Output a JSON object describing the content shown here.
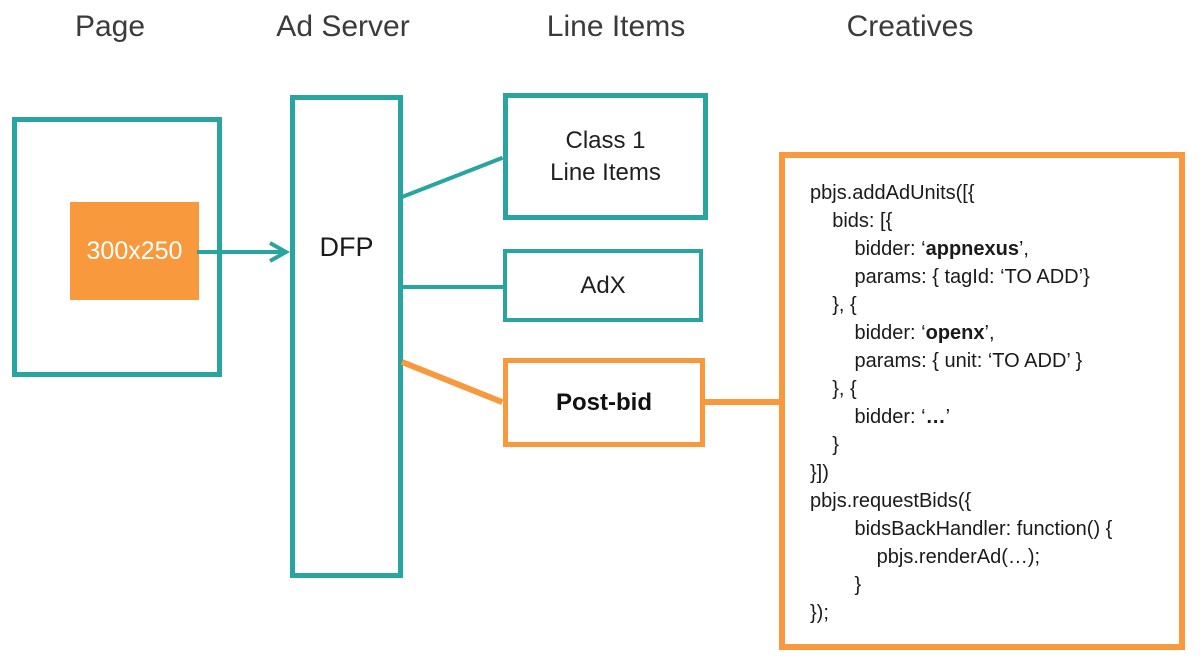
{
  "colors": {
    "teal": "#29a5a1",
    "orange": "#f8993d",
    "header_text": "#3b3b3b",
    "code_text": "#1a1a1a",
    "ad_slot_text": "#ffffff"
  },
  "headers": {
    "page": "Page",
    "ad_server": "Ad Server",
    "line_items": "Line Items",
    "creatives": "Creatives"
  },
  "page_column": {
    "ad_slot_label": "300x250"
  },
  "ad_server_column": {
    "dfp_label": "DFP"
  },
  "line_items_column": {
    "class1_line1": "Class 1",
    "class1_line2": "Line Items",
    "adx_label": "AdX",
    "postbid_label": "Post-bid"
  },
  "creatives_column": {
    "code": {
      "lines": [
        {
          "pre": "pbjs.addAdUnits([{"
        },
        {
          "pre": "    bids: [{"
        },
        {
          "pre": "        bidder: ‘",
          "bold": "appnexus",
          "post": "’,"
        },
        {
          "pre": "        params: { tagId: ‘TO ADD’}"
        },
        {
          "pre": "    }, {"
        },
        {
          "pre": "        bidder: ‘",
          "bold": "openx",
          "post": "’,"
        },
        {
          "pre": "        params: { unit: ‘TO ADD’ }"
        },
        {
          "pre": "    }, {"
        },
        {
          "pre": "        bidder: ‘",
          "bold": "…",
          "post": "’"
        },
        {
          "pre": "    }"
        },
        {
          "pre": "}])"
        },
        {
          "pre": "pbjs.requestBids({"
        },
        {
          "pre": "        bidsBackHandler: function() {"
        },
        {
          "pre": "            pbjs.renderAd(…);"
        },
        {
          "pre": "        }"
        },
        {
          "pre": "});"
        }
      ]
    }
  }
}
